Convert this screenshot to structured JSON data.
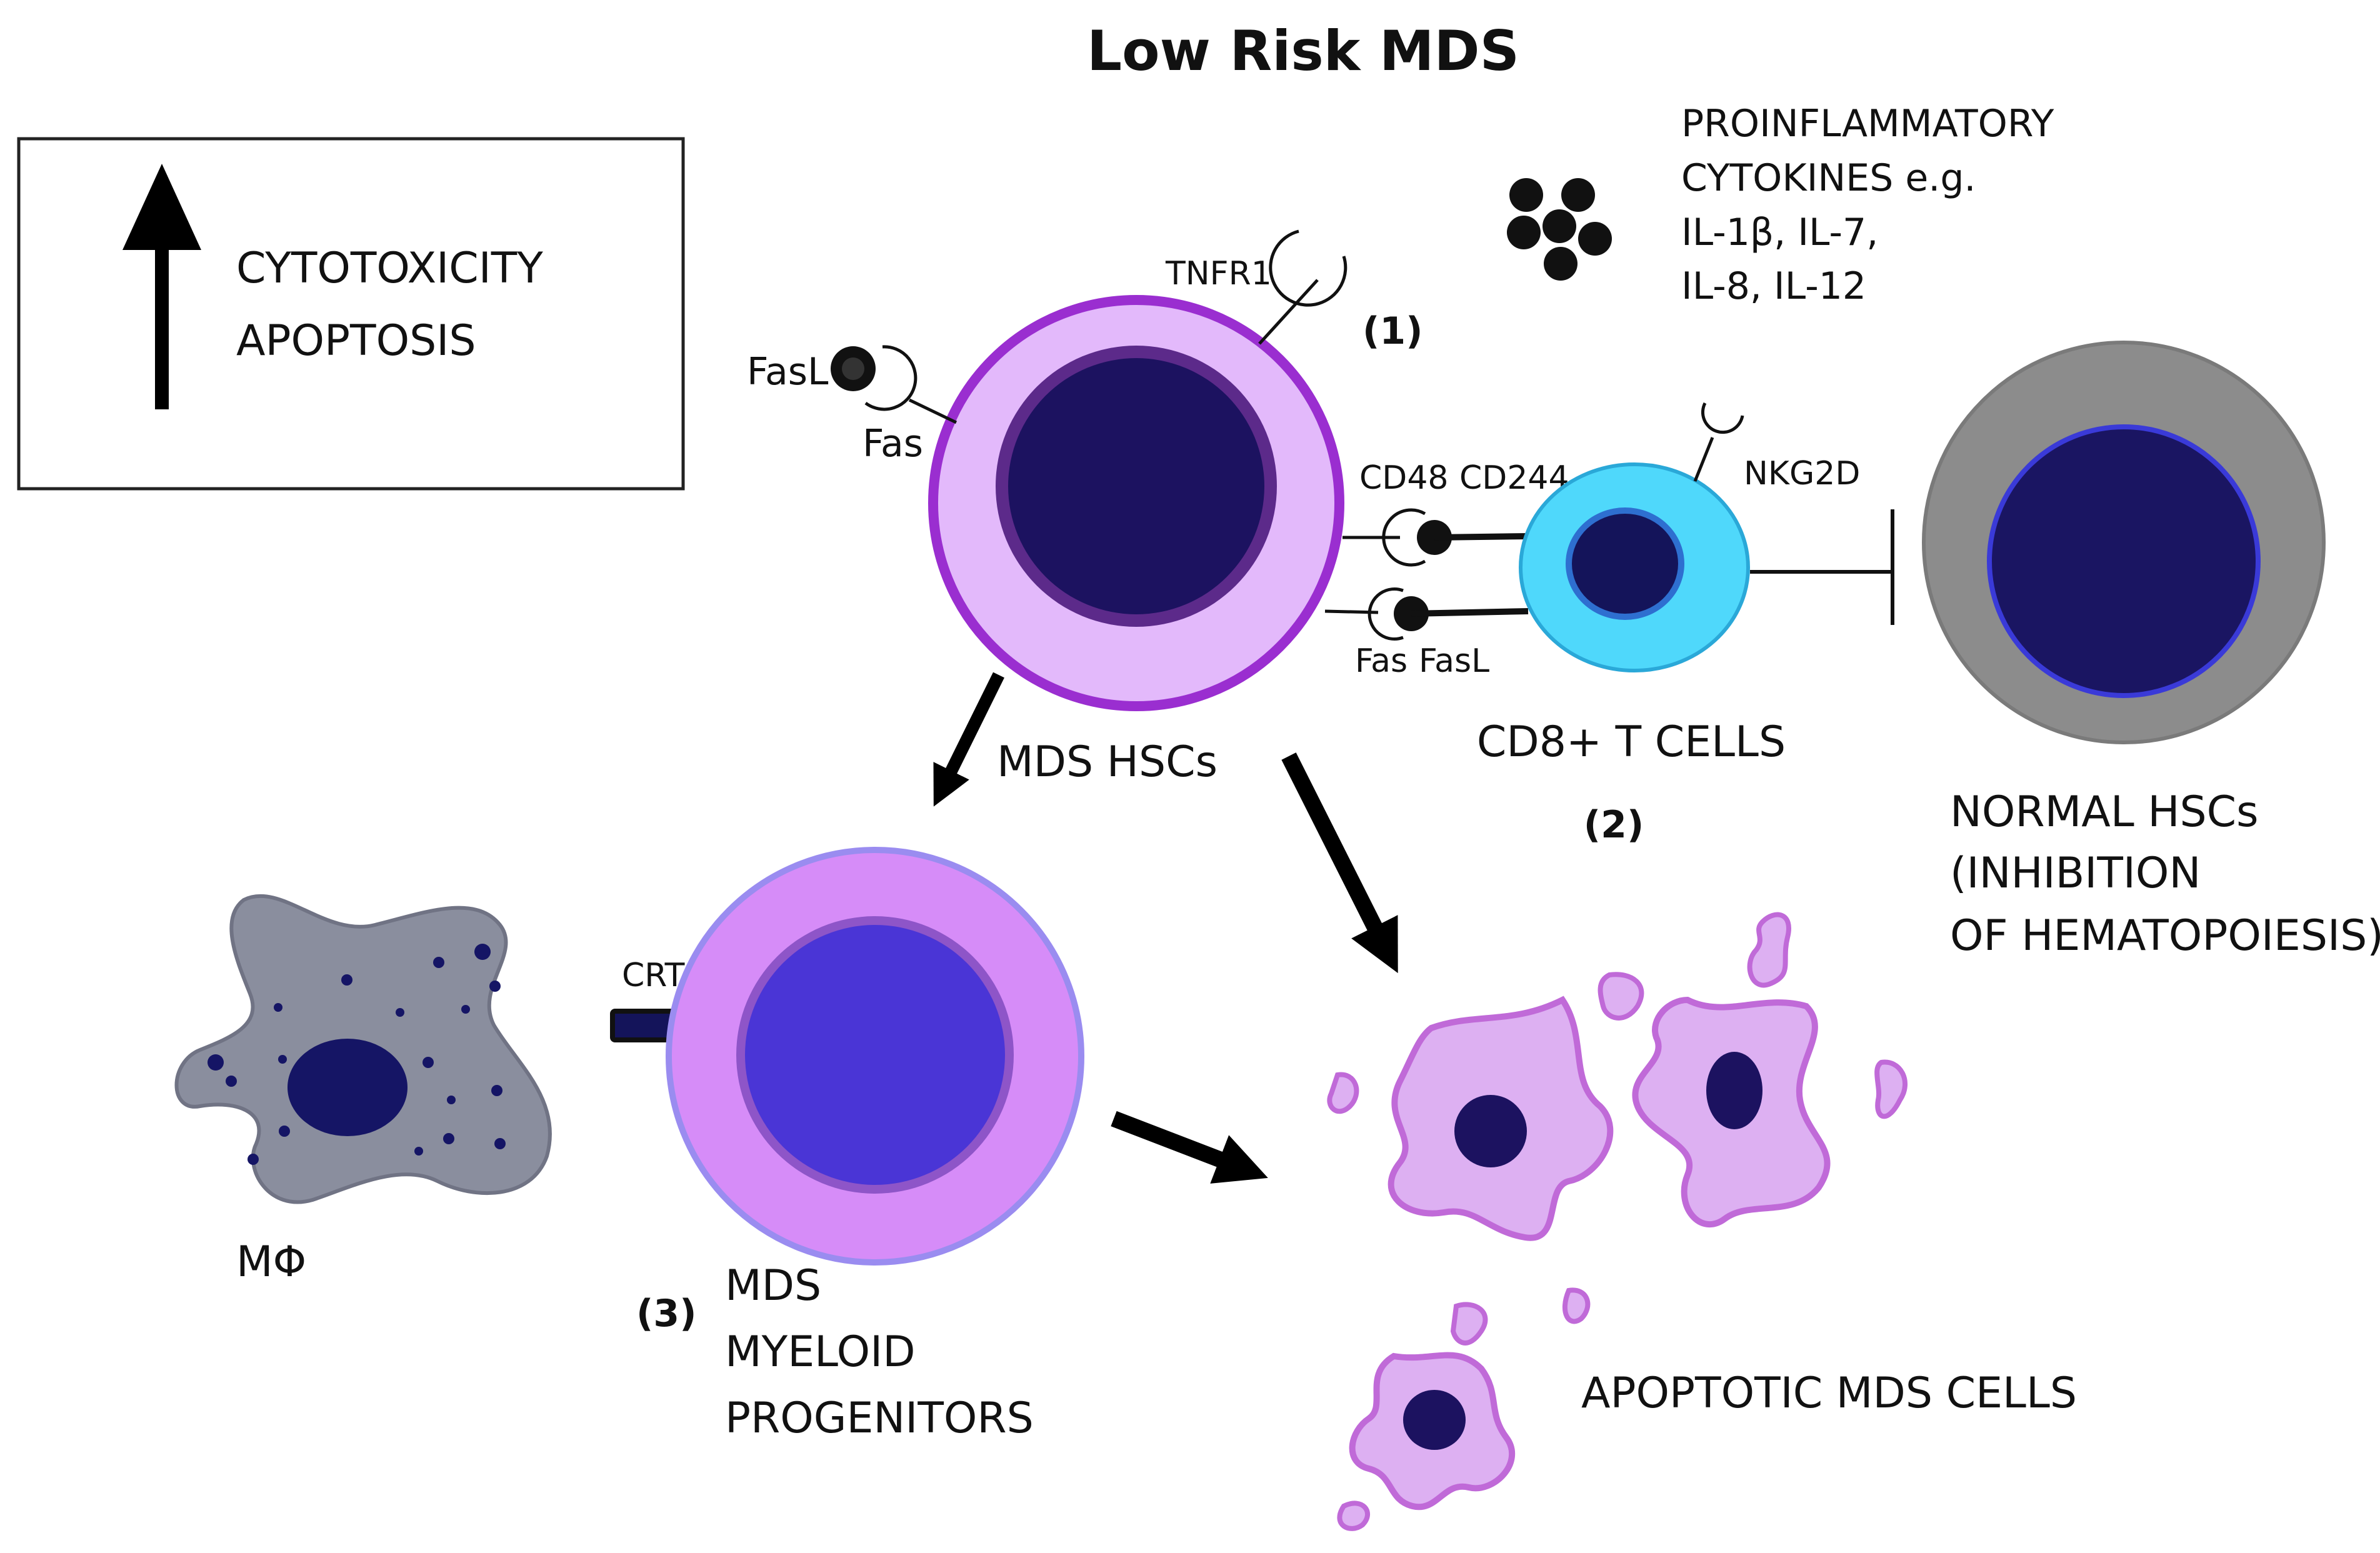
{
  "title": "Low Risk MDS",
  "legend": {
    "line1": "CYTOTOXICITY",
    "line2": "APOPTOSIS"
  },
  "cytokines": {
    "line1": "PROINFLAMMATORY",
    "line2": "CYTOKINES e.g.",
    "line3": "IL-1β, IL-7,",
    "line4": "IL-8, IL-12"
  },
  "receptors": {
    "tnfr1": "TNFR1",
    "fasl_top": "FasL",
    "fas_top": "Fas",
    "cd48": "CD48",
    "cd244": "CD244",
    "nkg2d": "NKG2D",
    "fas_bottom": "Fas",
    "fasl_bottom": "FasL",
    "crt": "CRT"
  },
  "steps": {
    "one": "(1)",
    "two": "(2)",
    "three": "(3)"
  },
  "cells": {
    "mds_hscs": "MDS HSCs",
    "cd8": "CD8+ T CELLS",
    "normal_line1": "NORMAL HSCs",
    "normal_line2": "(INHIBITION",
    "normal_line3": "OF HEMATOPOIESIS)",
    "macrophage": "MΦ",
    "progenitors_line1": "MDS",
    "progenitors_line2": "MYELOID",
    "progenitors_line3": "PROGENITORS",
    "apoptotic": "APOPTOTIC MDS CELLS"
  },
  "colors": {
    "hsc_body": "#e3b9fb",
    "hsc_border": "#9a2ed0",
    "nucleus": "#1c1260",
    "tcell": "#4fd8fb",
    "normal_body": "#8c8c8c",
    "progenitor_body": "#d68cf8",
    "progenitor_nucleus": "#4a35d6",
    "macrophage": "#8a8e9e",
    "apoptotic_body": "#ddb0f2"
  }
}
